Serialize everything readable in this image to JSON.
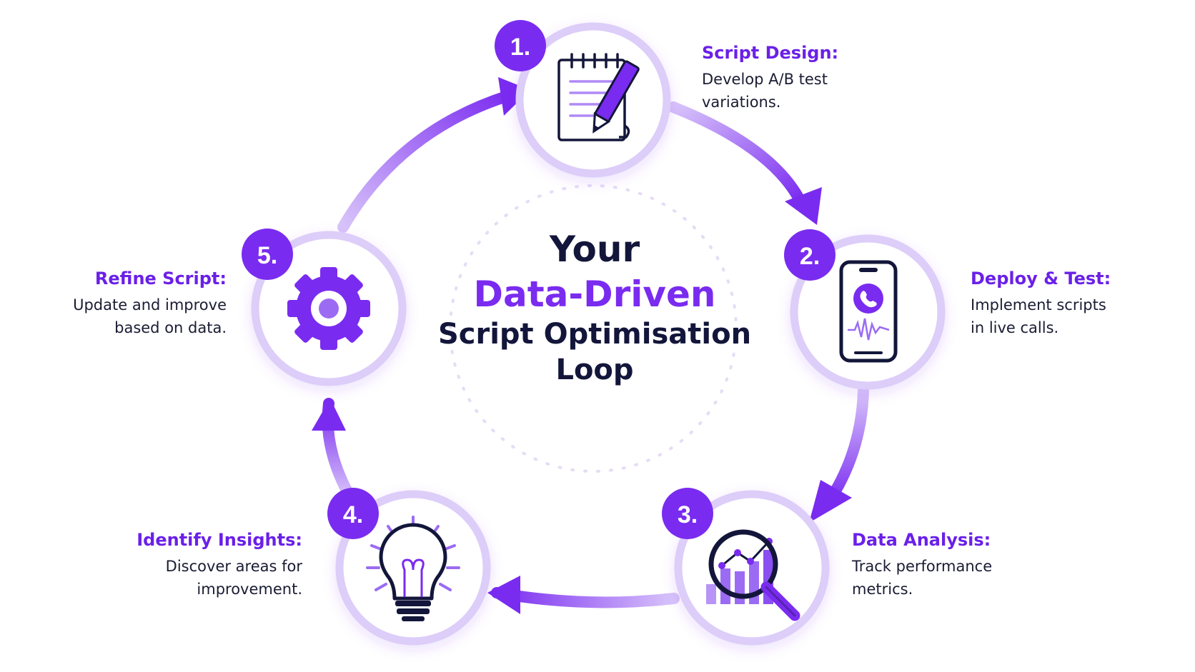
{
  "title": {
    "line1": "Your",
    "line2": "Data-Driven",
    "line3": "Script Optimisation",
    "line4": "Loop"
  },
  "steps": [
    {
      "number": "1.",
      "title": "Script Design:",
      "description_lines": [
        "Develop A/B test",
        "variations."
      ],
      "icon": "notepad-pencil-icon"
    },
    {
      "number": "2.",
      "title": "Deploy & Test:",
      "description_lines": [
        "Implement scripts",
        "in live calls."
      ],
      "icon": "smartphone-call-icon"
    },
    {
      "number": "3.",
      "title": "Data Analysis:",
      "description_lines": [
        "Track performance",
        "metrics."
      ],
      "icon": "magnifier-chart-icon"
    },
    {
      "number": "4.",
      "title": "Identify Insights:",
      "description_lines": [
        "Discover areas for",
        "improvement."
      ],
      "icon": "lightbulb-icon"
    },
    {
      "number": "5.",
      "title": "Refine Script:",
      "description_lines": [
        "Update and improve",
        "based on data."
      ],
      "icon": "gear-icon"
    }
  ],
  "colors": {
    "accent": "#7a2bf0",
    "accent_light": "#c4a6f7",
    "ring": "#ddcdf9",
    "dark_text": "#13163a"
  }
}
